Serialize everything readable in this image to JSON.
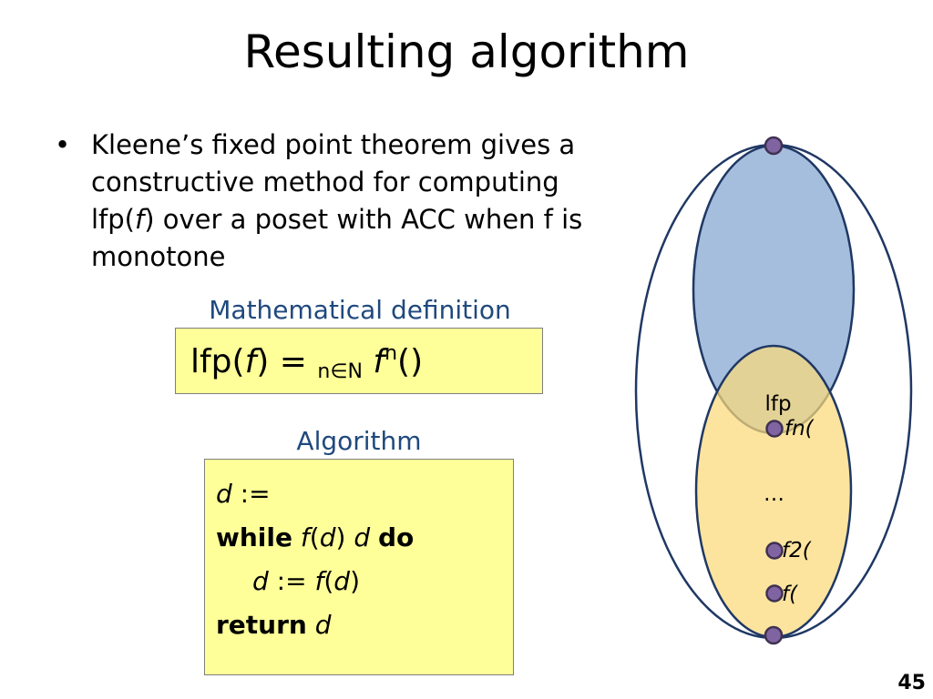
{
  "slide": {
    "title": "Resulting algorithm",
    "page_number": "45"
  },
  "bullet": {
    "dot": "•",
    "text_before_f": "Kleene’s fixed point theorem gives a constructive method for computing lfp(",
    "f": "f",
    "text_after_f": ") over a poset with ACC when f is monotone"
  },
  "definition": {
    "caption": "Mathematical definition",
    "lhs_prefix": "lfp(",
    "lhs_f": "f",
    "lhs_suffix": ") = ",
    "join_symbol": "",
    "subscript": "n∈N",
    "f": "f",
    "superscript": "n",
    "arg_open": "(",
    "bottom": "",
    "arg_close": ")"
  },
  "algorithm": {
    "caption": "Algorithm",
    "line1": {
      "var": "d",
      "assign": " := ",
      "bottom": ""
    },
    "line2": {
      "kw_while": "while",
      "f": "f",
      "paren_open": "(",
      "var": "d",
      "paren_close": ")",
      "neq": "  ",
      "var2": "d",
      "kw_do": "do"
    },
    "line3": {
      "var": "d",
      "assign": " := ",
      "f": "f",
      "paren_open": "(",
      "arg": "d",
      "paren_close": ")"
    },
    "line4": {
      "kw_return": "return",
      "var": "d"
    }
  },
  "diagram": {
    "top_symbol": "",
    "bottom_symbol": "",
    "lfp_label": "lfp",
    "fn_label": "fn(",
    "ellipsis": "…",
    "f2_label": "f2(",
    "f1_label": "f(",
    "colors": {
      "outer_stroke": "#1f3864",
      "blue_fill": "#a6bedd",
      "yellow_fill": "#fbd97a",
      "node_fill": "#8064a2",
      "node_stroke": "#3f3151"
    }
  }
}
